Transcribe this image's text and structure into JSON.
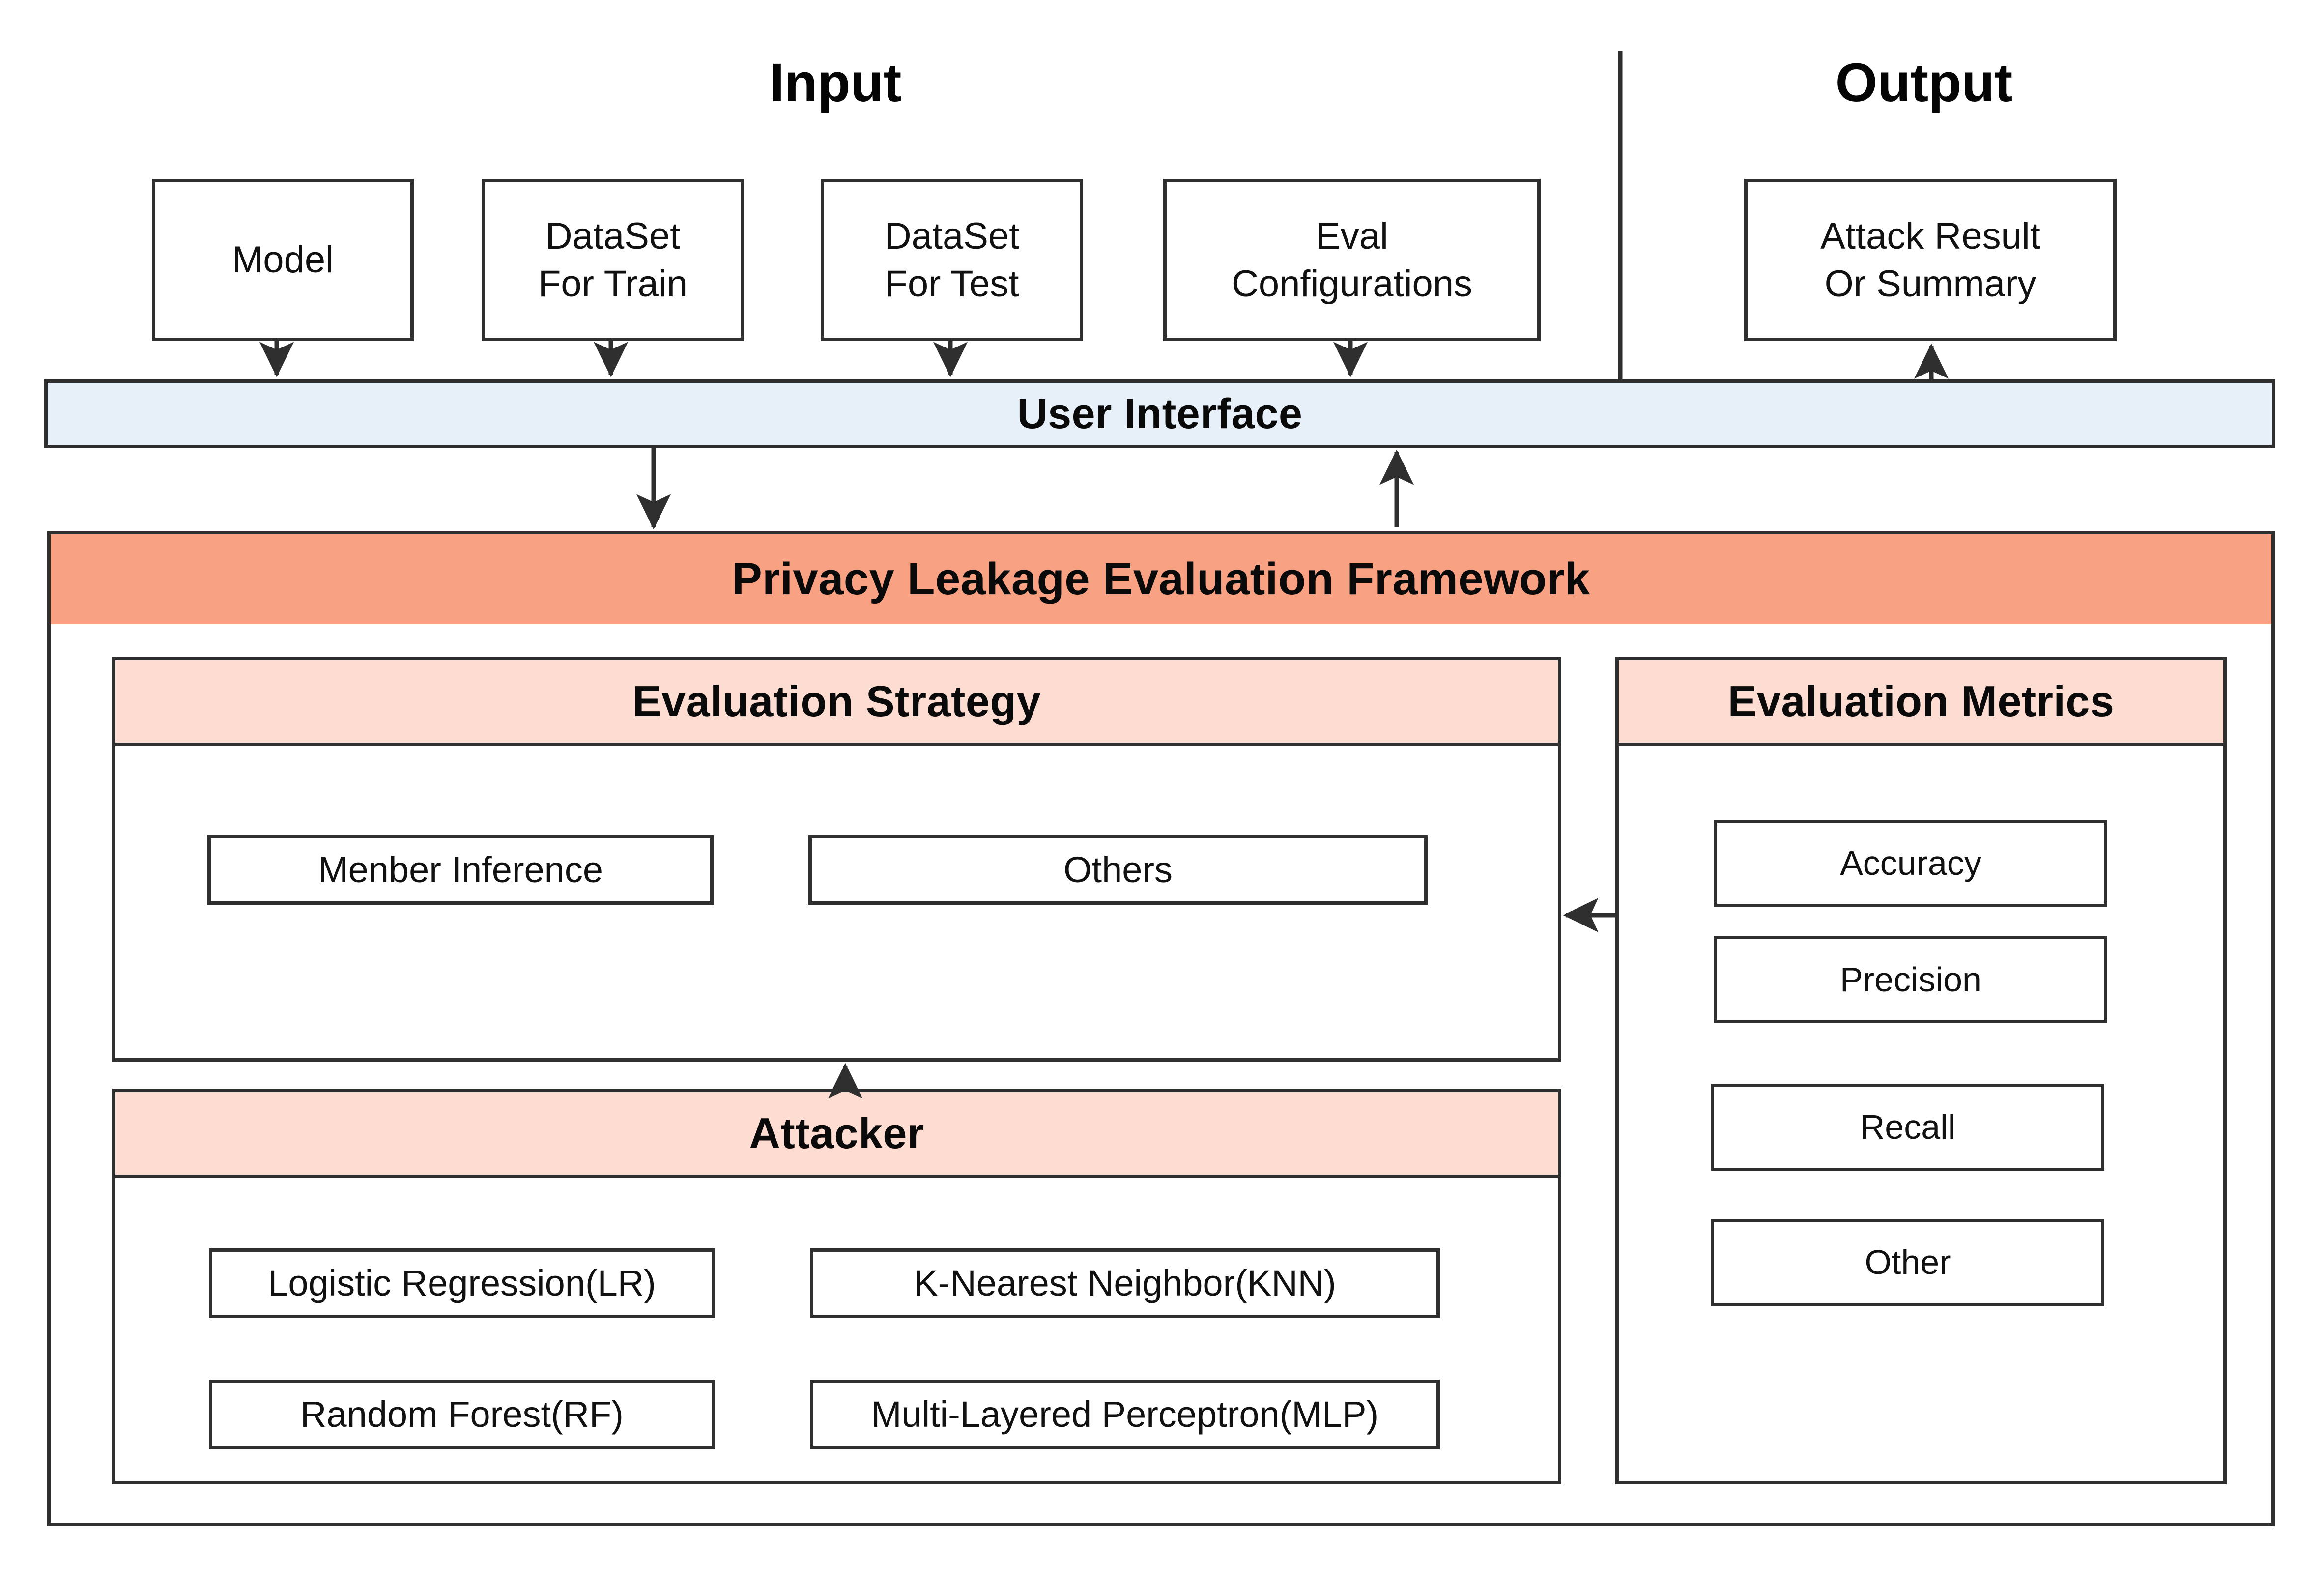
{
  "diagram": {
    "title_input": "Input",
    "title_output": "Output",
    "input_boxes": [
      {
        "id": "model",
        "lines": [
          "Model"
        ]
      },
      {
        "id": "dataset-train",
        "lines": [
          "DataSet",
          "For Train"
        ]
      },
      {
        "id": "dataset-test",
        "lines": [
          "DataSet",
          "For Test"
        ]
      },
      {
        "id": "eval-configurations",
        "lines": [
          "Eval",
          "Configurations"
        ]
      }
    ],
    "output_boxes": [
      {
        "id": "attack-result",
        "lines": [
          "Attack Result",
          "Or Summary"
        ]
      }
    ],
    "user_interface": "User Interface",
    "framework": "Privacy Leakage Evaluation Framework",
    "evaluation_strategy": {
      "header": "Evaluation Strategy",
      "items": [
        "Menber Inference",
        "Others"
      ]
    },
    "attacker": {
      "header": "Attacker",
      "items": [
        "Logistic Regression(LR)",
        "K-Nearest Neighbor(KNN)",
        "Random Forest(RF)",
        "Multi-Layered Perceptron(MLP)"
      ]
    },
    "evaluation_metrics": {
      "header": "Evaluation Metrics",
      "items": [
        "Accuracy",
        "Precision",
        "Recall",
        "Other"
      ]
    },
    "colors": {
      "stroke": "#2f2f2f",
      "user_interface_fill": "#e7eff9",
      "framework_fill": "#f9a183",
      "panel_header_fill": "#fddcd2",
      "box_fill": "#ffffff",
      "text": "#111111"
    }
  }
}
